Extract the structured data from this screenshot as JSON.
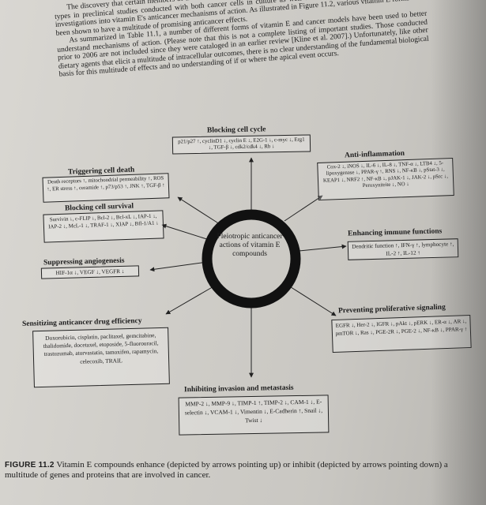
{
  "paragraph": {
    "line1": "The discovery that certain members of the vitamin E group exhibit potent anticancer actions in a wide range of cancer types in preclinical studies conducted with both cancer cells in culture as well as animal models of cancer has led to investigations into vitamin E's anticancer mechanisms of action. As illustrated in Figure 11.2, various vitamin E forms have been shown to have a multitude of promising anticancer effects.",
    "line2": "As summarized in Table 11.1, a number of different forms of vitamin E and cancer models have been used to better understand mechanisms of action. (Please note that this is not a complete listing of important studies. Those conducted prior to 2006 are not included since they were cataloged in an earlier review [Kline et al. 2007].) Unfortunately, like other dietary agents that elicit a multitude of intracellular outcomes, there is no clear understanding of the fundamental biological basis for this multitude of effects and no understanding of if or where the apical event occurs."
  },
  "center": {
    "label": "Pleiotropic anticancer actions of vitamin E compounds"
  },
  "sections": {
    "blocking_cycle": {
      "title": "Blocking cell cycle",
      "body": "p21/p27 ↑, cyclinD1 ↓, cyclin E ↓, E2G-1 ↓, c-myc ↓, Erg1 ↓, TGF-β ↓, cdk2/cdk4 ↓, Rb ↓"
    },
    "anti_inflammation": {
      "title": "Anti-inflammation",
      "body": "Cox-2 ↓, iNOS ↓, IL-6 ↓, IL-8 ↓, TNF-α ↓, LTB4 ↓, 5-lipoxygenase ↓, PPAR-γ ↑, RNS ↓, NF-κB ↓, pStat-3 ↓, KEAP1 ↓, NRF2 ↑, NF-κB ↓, pJAK-1 ↓, JAK-2 ↓, pSrc ↓, Peroxynitrite ↓, NO ↓"
    },
    "triggering_death": {
      "title": "Triggering cell death",
      "body": "Death receptors ↑, mitochondrial permeability ↑, ROS ↑, ER stress ↑, ceramide ↑, p73/p53 ↑, JNK ↑, TGF-β ↑"
    },
    "blocking_survival": {
      "title": "Blocking cell survival",
      "body": "Survivin ↓, c-FLIP ↓, Bcl-2 ↓, Bcl-xL ↓, IAP-1 ↓, IAP-2 ↓, McL-1 ↓, TRAF-1 ↓, XIAP ↓, Bfl-1/A1 ↓"
    },
    "angiogenesis": {
      "title": "Suppressing angiogenesis",
      "body": "HIF-1α ↓, VEGF ↓, VEGFR ↓"
    },
    "immune": {
      "title": "Enhancing immune functions",
      "body": "Dendritic function ↑, IFN-γ ↑, lymphocyte ↑, IL-2 ↑, IL-12 ↑"
    },
    "sensitizing": {
      "title": "Sensitizing anticancer drug efficiency",
      "body": "Doxorubicin, cisplatin, paclitaxel, gemcitabine, thalidomide, docetaxel, etoposide, 5-fluorouracil, trastuzumab, atorvastatin, tamoxifen, rapamycin, celecoxib, TRAIL"
    },
    "proliferative": {
      "title": "Preventing proliferative signaling",
      "body": "EGFR ↓, Her-2 ↓, IGFR ↓, pAkt ↓, pERK ↓, ER-α ↓, AR ↓, pmTOR ↓, Ras ↓, PGE-2R ↓, PGE-2 ↓, NF-κB ↓, PPAR-γ ↑"
    },
    "invasion": {
      "title": "Inhibiting invasion and metastasis",
      "body": "MMP-2 ↓, MMP-9 ↓, TIMP-1 ↑, TIMP-2 ↓, CAM-1 ↓, E-selectin ↓, VCAM-1 ↓, Vimentin ↓, E-Cadherin ↑, Snail ↓, Twist ↓"
    }
  },
  "caption": {
    "label": "FIGURE 11.2",
    "text": "Vitamin E compounds enhance (depicted by arrows pointing up) or inhibit (depicted by arrows pointing down) a multitude of genes and proteins that are involved in cancer."
  }
}
